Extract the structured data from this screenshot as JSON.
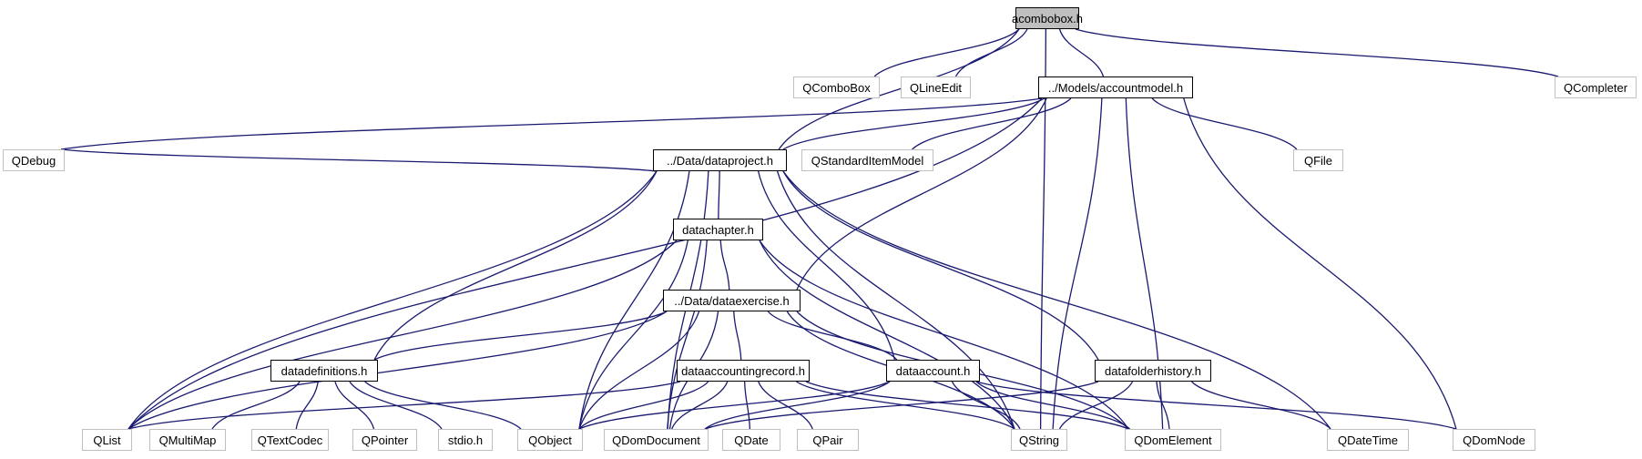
{
  "colors": {
    "edge": "#191970",
    "internal_border": "#000000",
    "external_border": "#bfbfbf",
    "root_fill": "#bfbfbf"
  },
  "nodes": [
    {
      "id": "acombobox",
      "label": "acombobox.h",
      "kind": "root"
    },
    {
      "id": "qcombobox",
      "label": "QComboBox",
      "kind": "external"
    },
    {
      "id": "qlineedit",
      "label": "QLineEdit",
      "kind": "external"
    },
    {
      "id": "accountmodel",
      "label": "../Models/accountmodel.h",
      "kind": "internal"
    },
    {
      "id": "qcompleter",
      "label": "QCompleter",
      "kind": "external"
    },
    {
      "id": "qdebug",
      "label": "QDebug",
      "kind": "external"
    },
    {
      "id": "dataproject",
      "label": "../Data/dataproject.h",
      "kind": "internal"
    },
    {
      "id": "qstandarditemmodel",
      "label": "QStandardItemModel",
      "kind": "external"
    },
    {
      "id": "qfile",
      "label": "QFile",
      "kind": "external"
    },
    {
      "id": "datachapter",
      "label": "datachapter.h",
      "kind": "internal"
    },
    {
      "id": "dataexercise",
      "label": "../Data/dataexercise.h",
      "kind": "internal"
    },
    {
      "id": "datadefinitions",
      "label": "datadefinitions.h",
      "kind": "internal"
    },
    {
      "id": "dataaccountingrecord",
      "label": "dataaccountingrecord.h",
      "kind": "internal"
    },
    {
      "id": "dataaccount",
      "label": "dataaccount.h",
      "kind": "internal"
    },
    {
      "id": "datafolderhistory",
      "label": "datafolderhistory.h",
      "kind": "internal"
    },
    {
      "id": "qlist",
      "label": "QList",
      "kind": "external"
    },
    {
      "id": "qmultimap",
      "label": "QMultiMap",
      "kind": "external"
    },
    {
      "id": "qtextcodec",
      "label": "QTextCodec",
      "kind": "external"
    },
    {
      "id": "qpointer",
      "label": "QPointer",
      "kind": "external"
    },
    {
      "id": "stdio",
      "label": "stdio.h",
      "kind": "external"
    },
    {
      "id": "qobject",
      "label": "QObject",
      "kind": "external"
    },
    {
      "id": "qdomdocument",
      "label": "QDomDocument",
      "kind": "external"
    },
    {
      "id": "qdate",
      "label": "QDate",
      "kind": "external"
    },
    {
      "id": "qpair",
      "label": "QPair",
      "kind": "external"
    },
    {
      "id": "qstring",
      "label": "QString",
      "kind": "external"
    },
    {
      "id": "qdomelement",
      "label": "QDomElement",
      "kind": "external"
    },
    {
      "id": "qdatetime",
      "label": "QDateTime",
      "kind": "external"
    },
    {
      "id": "qdomnode",
      "label": "QDomNode",
      "kind": "external"
    }
  ],
  "edges": [
    [
      "acombobox",
      "qcombobox"
    ],
    [
      "acombobox",
      "qlineedit"
    ],
    [
      "acombobox",
      "accountmodel"
    ],
    [
      "acombobox",
      "qcompleter"
    ],
    [
      "acombobox",
      "dataproject"
    ],
    [
      "acombobox",
      "qstring"
    ],
    [
      "accountmodel",
      "qdebug"
    ],
    [
      "accountmodel",
      "qlist"
    ],
    [
      "accountmodel",
      "dataproject"
    ],
    [
      "accountmodel",
      "qstandarditemmodel"
    ],
    [
      "accountmodel",
      "qfile"
    ],
    [
      "accountmodel",
      "dataexercise"
    ],
    [
      "accountmodel",
      "qstring"
    ],
    [
      "accountmodel",
      "qdomelement"
    ],
    [
      "accountmodel",
      "qdomnode"
    ],
    [
      "dataproject",
      "qdebug"
    ],
    [
      "dataproject",
      "datachapter"
    ],
    [
      "dataproject",
      "qlist"
    ],
    [
      "dataproject",
      "datadefinitions"
    ],
    [
      "dataproject",
      "qobject"
    ],
    [
      "dataproject",
      "qdomdocument"
    ],
    [
      "dataproject",
      "dataaccount"
    ],
    [
      "dataproject",
      "qstring"
    ],
    [
      "dataproject",
      "datafolderhistory"
    ],
    [
      "dataproject",
      "qdatetime"
    ],
    [
      "datachapter",
      "qlist"
    ],
    [
      "datachapter",
      "dataexercise"
    ],
    [
      "datachapter",
      "qobject"
    ],
    [
      "datachapter",
      "qdomdocument"
    ],
    [
      "datachapter",
      "qstring"
    ],
    [
      "datachapter",
      "qdomelement"
    ],
    [
      "dataexercise",
      "qlist"
    ],
    [
      "dataexercise",
      "datadefinitions"
    ],
    [
      "dataexercise",
      "dataaccountingrecord"
    ],
    [
      "dataexercise",
      "dataaccount"
    ],
    [
      "dataexercise",
      "qobject"
    ],
    [
      "dataexercise",
      "qdomdocument"
    ],
    [
      "dataexercise",
      "qstring"
    ],
    [
      "dataexercise",
      "qdomelement"
    ],
    [
      "datadefinitions",
      "qmultimap"
    ],
    [
      "datadefinitions",
      "qtextcodec"
    ],
    [
      "datadefinitions",
      "qpointer"
    ],
    [
      "datadefinitions",
      "stdio"
    ],
    [
      "datadefinitions",
      "qobject"
    ],
    [
      "dataaccountingrecord",
      "qlist"
    ],
    [
      "dataaccountingrecord",
      "qobject"
    ],
    [
      "dataaccountingrecord",
      "qdomdocument"
    ],
    [
      "dataaccountingrecord",
      "qdate"
    ],
    [
      "dataaccountingrecord",
      "qpair"
    ],
    [
      "dataaccountingrecord",
      "qstring"
    ],
    [
      "dataaccountingrecord",
      "qdomelement"
    ],
    [
      "dataaccount",
      "qobject"
    ],
    [
      "dataaccount",
      "qdomdocument"
    ],
    [
      "dataaccount",
      "qstring"
    ],
    [
      "dataaccount",
      "qdomelement"
    ],
    [
      "dataaccount",
      "qdomnode"
    ],
    [
      "datafolderhistory",
      "qdomdocument"
    ],
    [
      "datafolderhistory",
      "qstring"
    ],
    [
      "datafolderhistory",
      "qdomelement"
    ],
    [
      "datafolderhistory",
      "qdatetime"
    ]
  ]
}
